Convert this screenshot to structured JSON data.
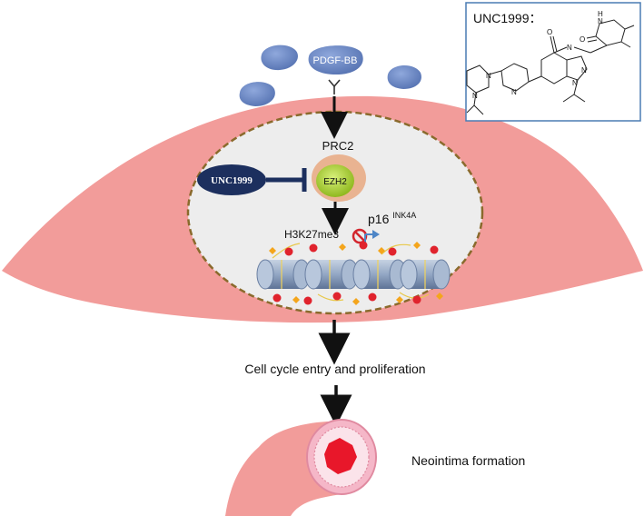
{
  "inset": {
    "title": "UNC1999："
  },
  "labels": {
    "ligand": "PDGF-BB",
    "complex": "PRC2",
    "enzyme": "EZH2",
    "inhibitor": "UNC1999",
    "histone_mark": "H3K27me3",
    "gene_base": "p16",
    "gene_super": "INK4A",
    "step1": "Cell cycle entry and proliferation",
    "step2": "Neointima formation"
  },
  "molecule": {
    "atoms": [
      "H",
      "N",
      "O",
      "O",
      "N",
      "N",
      "N",
      "N",
      "N",
      "N"
    ]
  },
  "colors": {
    "cell": "#F29C9A",
    "nucleus": "#EDEDED",
    "nucleus_border": "#8A6A2C",
    "ligand_blob": "#6F8CC8",
    "inhibitor_oval": "#1C2F5E",
    "ezh2_outer": "#E9B391",
    "ezh2_inner": "#B4D93A",
    "nucleosome": "#8FA3BE",
    "methyl_mark": "#E0232D",
    "acetyl_mark": "#F4A51C",
    "promoter_arrow": "#4E86C7",
    "vessel_lumen": "#E8172A"
  }
}
